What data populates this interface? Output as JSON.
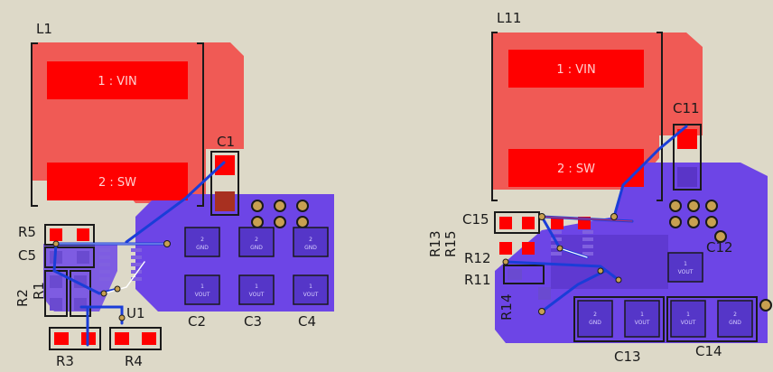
{
  "colors": {
    "background": "#ddd9c8",
    "top_copper": "#ff0000",
    "top_copper_pour": "#f05a55",
    "bottom_copper_pour": "#6d45e6",
    "bottom_trace": "#1a3dd8",
    "silkscreen": "#1a1a1a",
    "via_ring": "#c8a050"
  },
  "board_left": {
    "designators": {
      "inductor": "L1",
      "c1": "C1",
      "r5": "R5",
      "c5": "C5",
      "r2": "R2",
      "r1": "R1",
      "u1": "U1",
      "r3": "R3",
      "r4": "R4",
      "c2": "C2",
      "c3": "C3",
      "c4": "C4"
    },
    "pad_labels": {
      "vin": "1 : VIN",
      "sw": "2 : SW",
      "gnd_num": "2",
      "gnd": "GND",
      "vout_num": "1",
      "vout": "VOUT"
    }
  },
  "board_right": {
    "designators": {
      "inductor": "L11",
      "c11": "C11",
      "c15": "C15",
      "r13": "R13",
      "r15": "R15",
      "r12": "R12",
      "r11": "R11",
      "r14": "R14",
      "c12": "C12",
      "c13": "C13",
      "c14": "C14"
    },
    "pad_labels": {
      "vin": "1 : VIN",
      "sw": "2 : SW",
      "gnd_num": "2",
      "gnd": "GND",
      "vout_num": "1",
      "vout": "VOUT"
    }
  }
}
